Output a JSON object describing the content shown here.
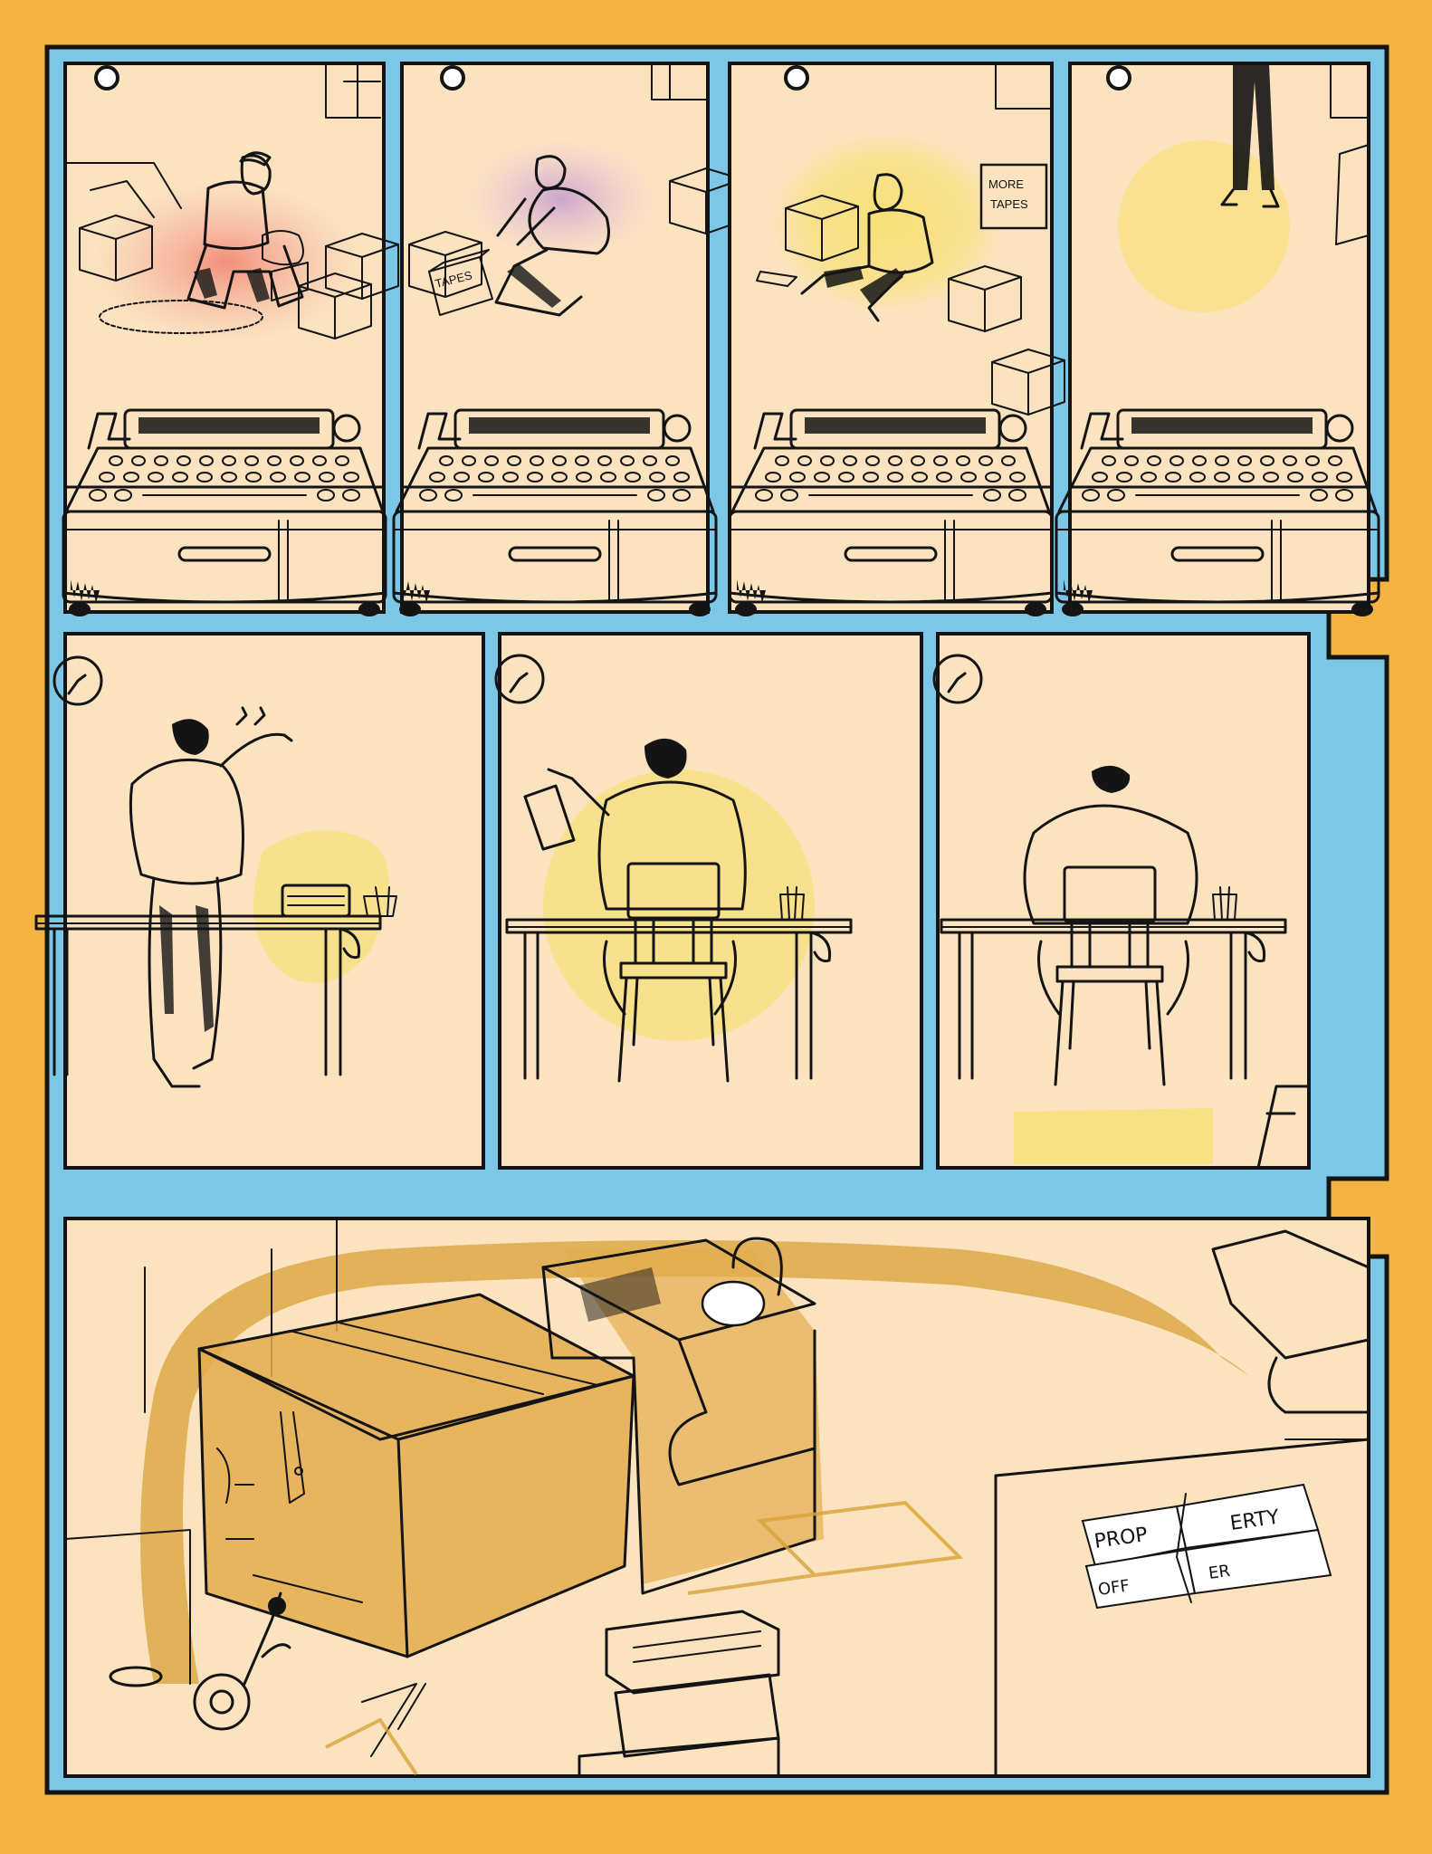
{
  "comic": {
    "colors": {
      "page_background": "#f3b443",
      "gutter": "#7cc6e6",
      "panel_paper": "#fbe3c0",
      "ink": "#141414",
      "watercolor_yellow": "#f7e06a",
      "watercolor_red": "#f29a8a",
      "watercolor_purple": "#c9a0d8",
      "ochre_wash": "#d9a23a"
    },
    "panels": [
      {
        "id": 1,
        "box_label": ""
      },
      {
        "id": 2,
        "box_label": "TAPES"
      },
      {
        "id": 3,
        "box_label_line1": "MORE",
        "box_label_line2": "TAPES"
      },
      {
        "id": 4
      },
      {
        "id": 5
      },
      {
        "id": 6
      },
      {
        "id": 7
      },
      {
        "id": 8,
        "torn_paper_top": [
          "PROP",
          "ERTY"
        ],
        "torn_paper_bottom": [
          "OFF",
          "ER"
        ]
      }
    ]
  }
}
